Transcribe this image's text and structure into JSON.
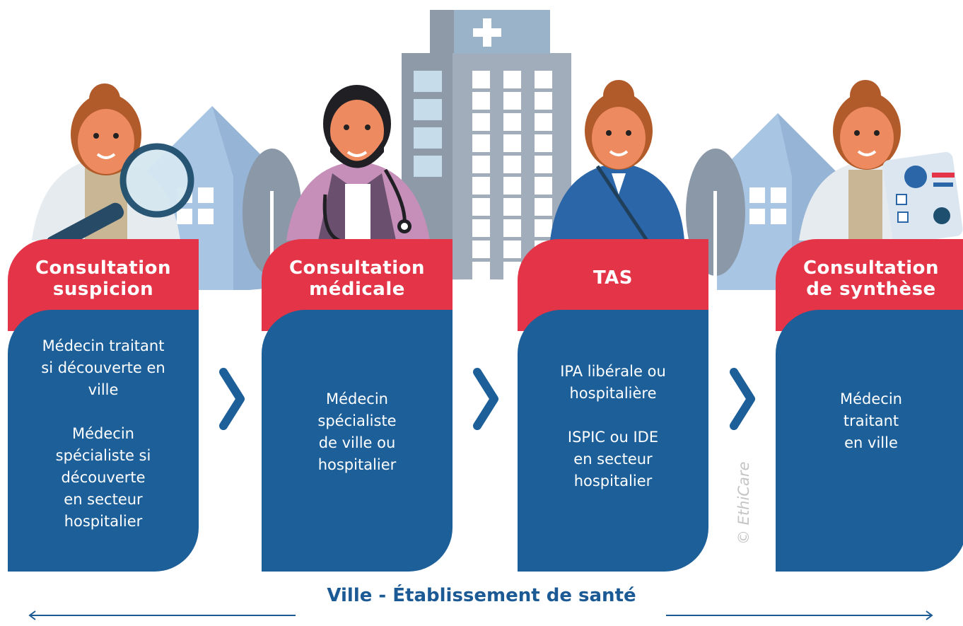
{
  "steps": [
    {
      "title": "Consultation\nsuspicion",
      "text": "Médecin traitant\nsi découverte en\nville\n\nMédecin\nspécialiste si\ndécouverte\nen secteur\nhospitalier"
    },
    {
      "title": "Consultation\nmédicale",
      "text": "Médecin\nspécialiste\nde ville ou\nhospitalier"
    },
    {
      "title": "TAS",
      "text": "IPA libérale ou\nhospitalière\n\nISPIC ou IDE\nen secteur\nhospitalier"
    },
    {
      "title": "Consultation\nde synthèse",
      "text": "Médecin\ntraitant\nen ville"
    }
  ],
  "timeline_label": "Ville - Établissement de santé",
  "watermark": "© EthiCare",
  "colors": {
    "red": "#e33448",
    "blue": "#1c5f99",
    "sky": "#a9c5e4",
    "tree": "#8a98a8",
    "building": "#8f9aa9"
  },
  "icons": [
    "magnifier-icon",
    "stethoscope-icon",
    "hospital-cross-icon",
    "medical-form-icon",
    "chevron-right-icon"
  ]
}
